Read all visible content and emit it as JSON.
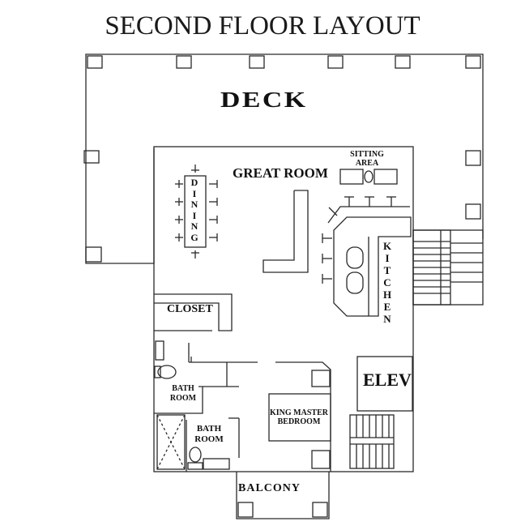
{
  "title": "SECOND FLOOR LAYOUT",
  "rooms": {
    "deck": "DECK",
    "great_room": "GREAT ROOM",
    "sitting_area": "SITTING AREA",
    "dining": "DINING",
    "kitchen": "KITCHEN",
    "closet": "CLOSET",
    "bath_room_1": "BATH ROOM",
    "bath_room_2": "BATH ROOM",
    "king_master": "KING MASTER BEDROOM",
    "elevator": "ELEV",
    "balcony": "BALCONY"
  },
  "colors": {
    "line": "#2a2a2a",
    "background": "#ffffff"
  }
}
